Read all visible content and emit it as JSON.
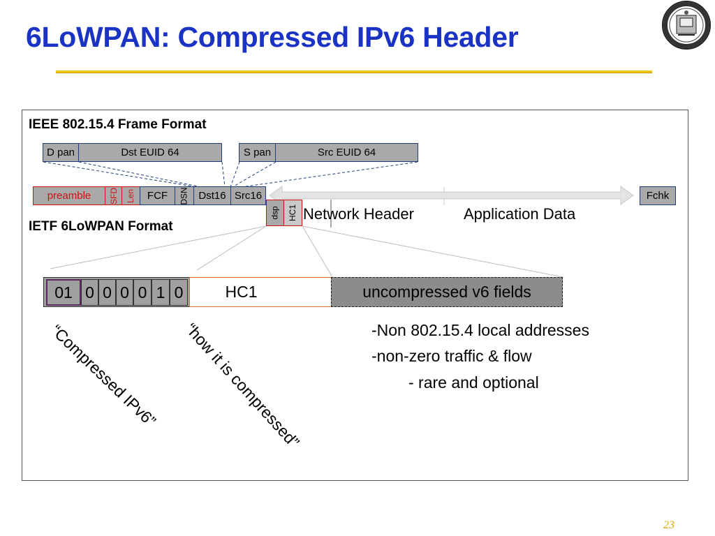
{
  "slide": {
    "title": "6LoWPAN: Compressed IPv6 Header",
    "page_number": "23",
    "logo_icon": "university-seal-logo"
  },
  "ieee": {
    "heading": "IEEE 802.15.4 Frame Format",
    "top_row": {
      "d_pan": "D pan",
      "dst_euid": "Dst EUID 64",
      "s_pan": "S pan",
      "src_euid": "Src EUID 64"
    },
    "frame_row": {
      "preamble": "preamble",
      "sfd": "SFD",
      "len": "Len",
      "fcf": "FCF",
      "dsn": "DSN",
      "dst16": "Dst16",
      "src16": "Src16",
      "fchk": "Fchk"
    },
    "sub_fields": {
      "dsp": "dsp",
      "hc1": "HC1"
    },
    "network_header": "Network Header",
    "application_data": "Application Data"
  },
  "ietf": {
    "heading": "IETF 6LoWPAN Format",
    "dispatch_bits": [
      "01",
      "0",
      "0",
      "0",
      "0",
      "1",
      "0"
    ],
    "hc1_label": "HC1",
    "uncompressed_label": "uncompressed v6 fields"
  },
  "notes": {
    "line1": "-Non 802.15.4 local addresses",
    "line2": "-non-zero traffic & flow",
    "line3": "- rare and optional"
  },
  "annotations": {
    "compressed": "“Compressed IPv6”",
    "how": "“how it is compressed”"
  },
  "colors": {
    "title": "#1a33c4",
    "rule": "#f0c419",
    "field_gray": "#a9a9a9",
    "field_border": "#1f3d7a",
    "red_field": "#d01010",
    "hc1_border": "#e07030",
    "arrow": "#d9d9d9"
  }
}
